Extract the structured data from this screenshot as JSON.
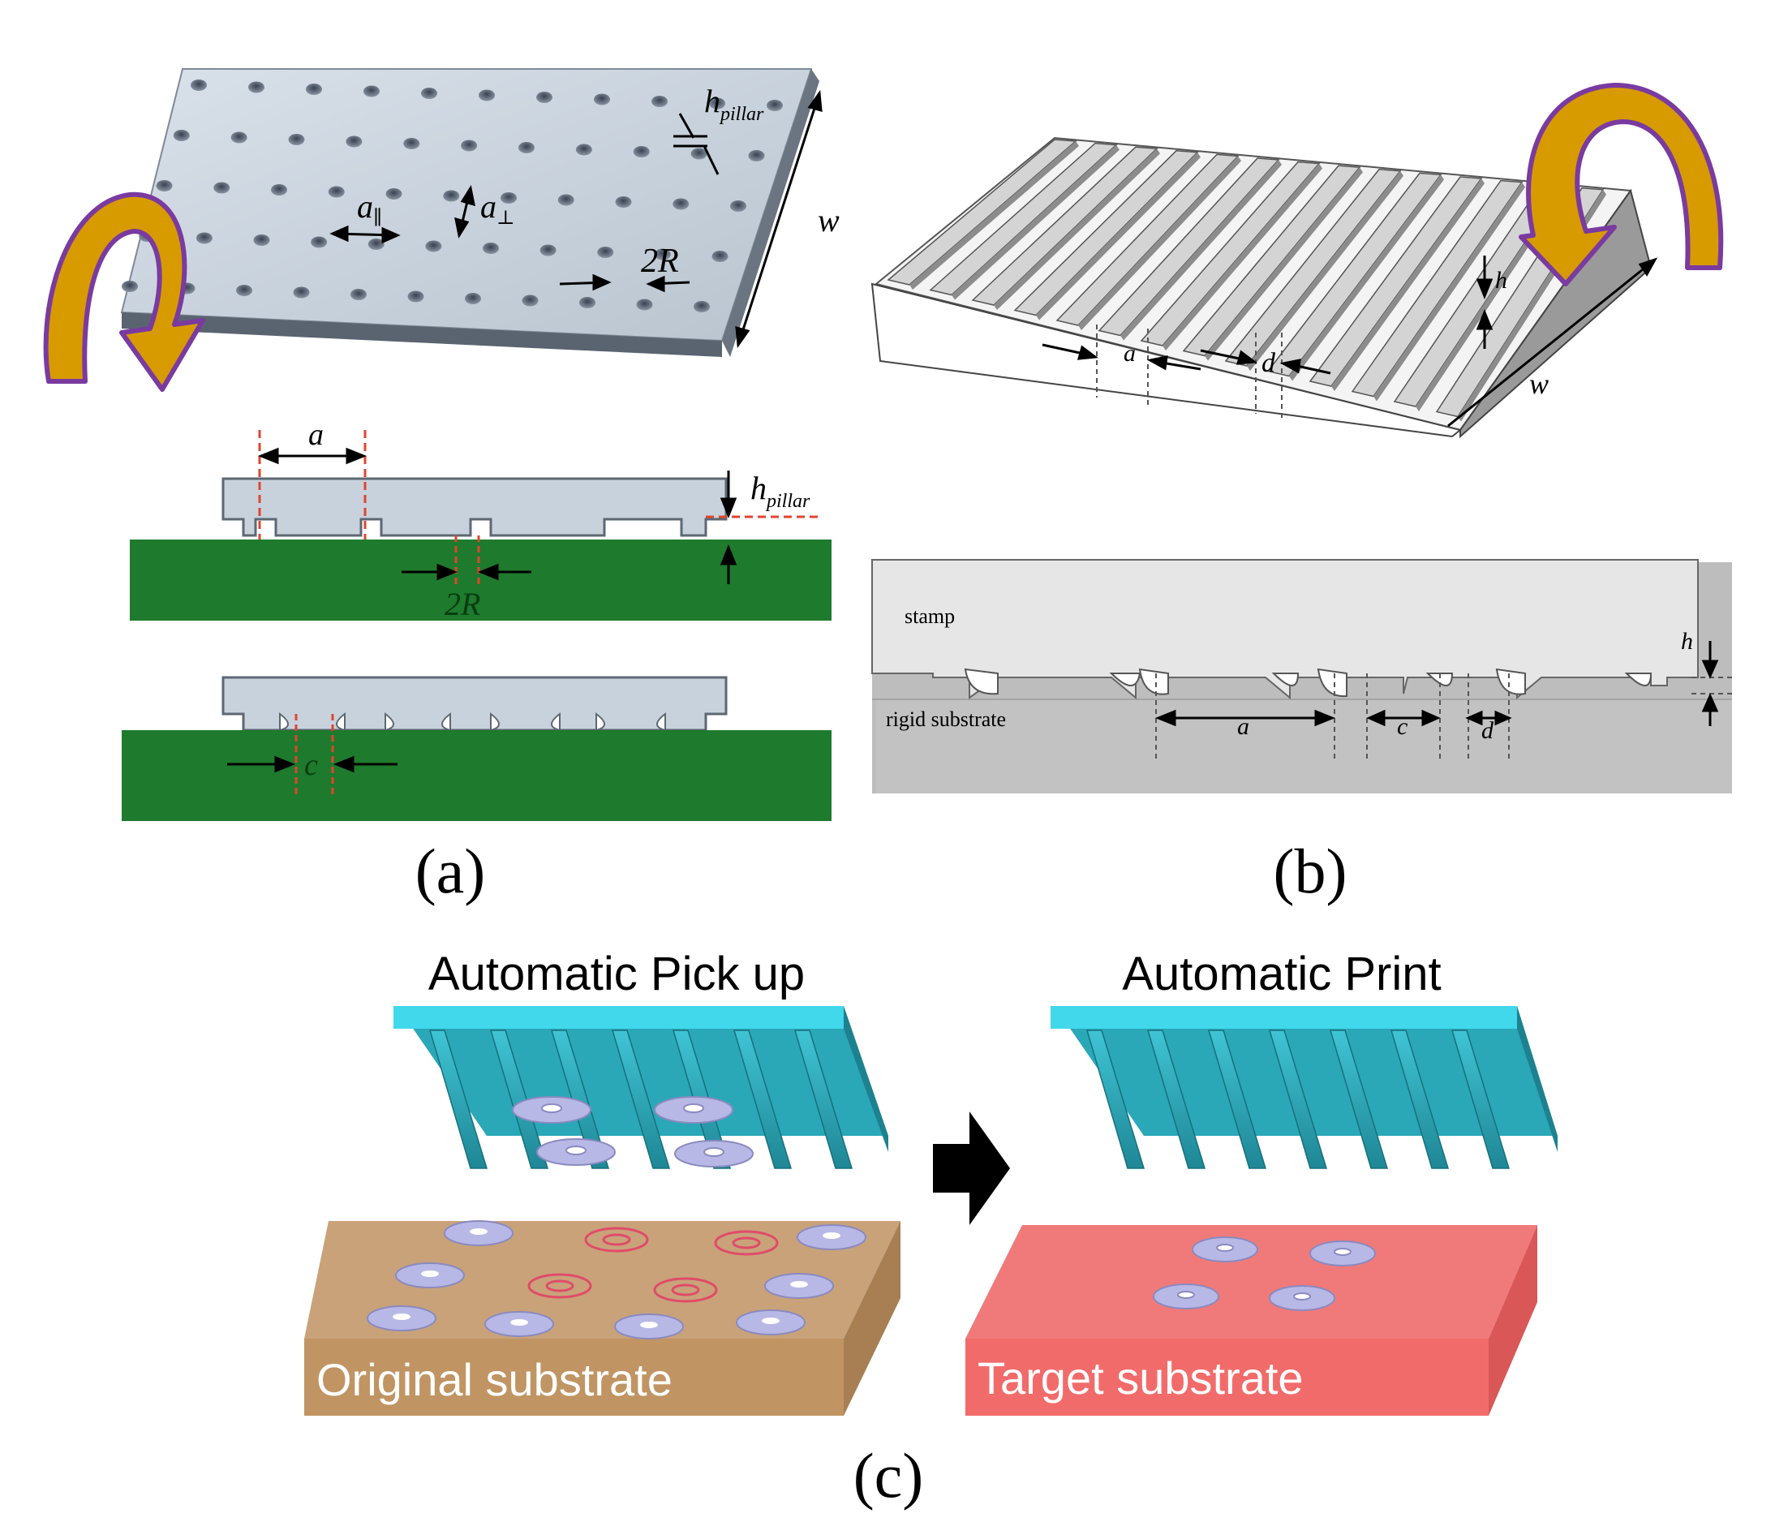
{
  "panel_a": {
    "caption": "(a)",
    "labels": {
      "h_pillar": "h",
      "h_pillar_sub": "pillar",
      "a_parallel": "a",
      "a_parallel_sub": "∥",
      "a_perp": "a",
      "a_perp_sub": "⊥",
      "two_r": "2R",
      "w": "w",
      "a": "a",
      "c": "c"
    }
  },
  "panel_b": {
    "caption": "(b)",
    "labels": {
      "h": "h",
      "a": "a",
      "d": "d",
      "w": "w",
      "stamp": "stamp",
      "rigid_substrate": "rigid substrate",
      "c": "c"
    }
  },
  "panel_c": {
    "caption": "(c)",
    "pickup_title": "Automatic Pick up",
    "print_title": "Automatic Print",
    "original_substrate": "Original substrate",
    "target_substrate": "Target substrate"
  },
  "colors": {
    "stamp_gray": "#c8d2dc",
    "substrate_green": "#1e7a2c",
    "arrow_gold": "#d79b00",
    "arrow_outline": "#7a3aa0",
    "stamp_cyan": "#2aa8b8",
    "original_tan": "#c9a27a",
    "target_pink": "#f07a7a",
    "disk_lavender": "#b8b8e6"
  }
}
